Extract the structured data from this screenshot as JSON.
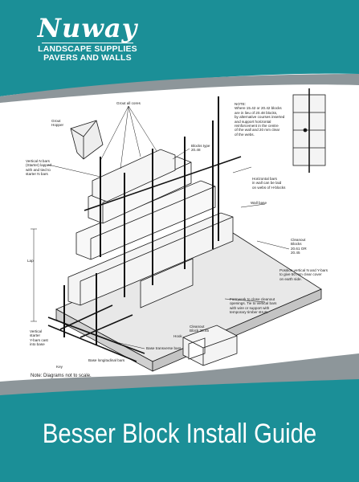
{
  "brand": {
    "name": "Nuway",
    "tagline_1": "LANDSCAPE SUPPLIES",
    "tagline_2": "PAVERS AND WALLS"
  },
  "title": "Besser Block Install Guide",
  "diagram": {
    "note_bottom": "Note: Diagrams not to scale.",
    "labels": {
      "grout_cores": "Grout all cores",
      "grout_hopper_1": "Grout",
      "grout_hopper_2": "Hopper",
      "vertical_bars_1": "Vertical N bars",
      "vertical_bars_2": "(Starter) lapped",
      "vertical_bars_3": "with and tied to",
      "vertical_bars_4": "starter N bars",
      "block_type_1": "Blocks type",
      "block_type_2": "20.48",
      "note_1": "NOTE:",
      "note_2": "Where 15.42 or 20.42 blocks",
      "note_3": "are in lieu of 20.48 blocks,",
      "note_4": "by alternative courses inserted",
      "note_5": "and support horizontal",
      "note_6": "reinforcement in the centre",
      "note_7": "of the wall and 20 mm clear",
      "note_8": "of the webs.",
      "horizontal_bars_1": "Horizontal bars",
      "horizontal_bars_2": "in wall can be laid",
      "horizontal_bars_3": "on webs of H-blocks",
      "wall_base": "Wall base",
      "cleanout_1": "Cleanout",
      "cleanout_2": "Blocks",
      "cleanout_3": "20.61 OR",
      "cleanout_4": "20.45",
      "position_1": "Position vertical N and Y-bars",
      "position_2": "to give 50 mm clear cover",
      "position_3": "on earth side.",
      "formwork_1": "Formwork to close cleanout",
      "formwork_2": "openings. Tie to vertical bars",
      "formwork_3": "with wire or support with",
      "formwork_4": "temporary timber struts.",
      "lap": "Lap",
      "vertical_starter_1": "Vertical",
      "vertical_starter_2": "starter",
      "vertical_starter_3": "Y-bars cast",
      "vertical_starter_4": "into base",
      "key": "Key",
      "base_long": "Base longitudinal bars",
      "base_trans": "Base transverse bars",
      "hook": "Hook",
      "cleanout_block_1": "Cleanout",
      "cleanout_block_2": "Block 20.45"
    }
  },
  "colors": {
    "teal": "#1b8f97",
    "grey_swoosh": "#8d969a",
    "line": "#1a1a1a"
  }
}
